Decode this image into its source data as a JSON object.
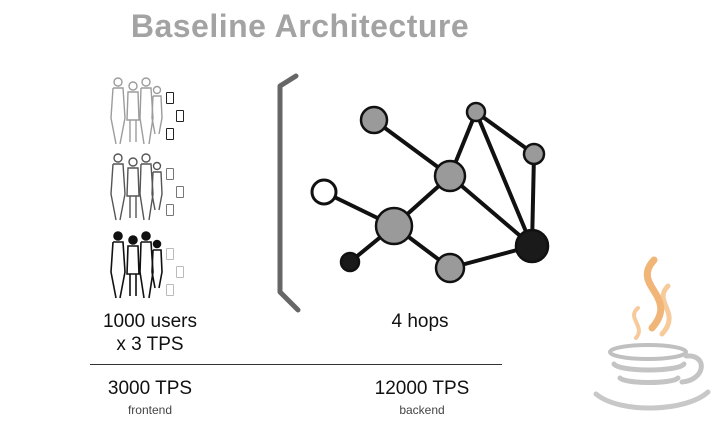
{
  "slide": {
    "title": "Baseline Architecture",
    "users_line1": "1000 users",
    "users_line2": "x 3 TPS",
    "hops_label": "4 hops",
    "frontend_value": "3000 TPS",
    "frontend_label": "frontend",
    "backend_value": "12000 TPS",
    "backend_label": "backend"
  },
  "icons": {
    "family": "family-icon",
    "phone": "phone-icon",
    "bracket": "bracket-icon",
    "java": "java-logo"
  },
  "colors": {
    "title": "#a3a3a3",
    "node_gray": "#9a9a9a",
    "node_dark": "#1a1a1a",
    "java_steam": "#f0a860",
    "java_cup": "#c0c0c0"
  }
}
